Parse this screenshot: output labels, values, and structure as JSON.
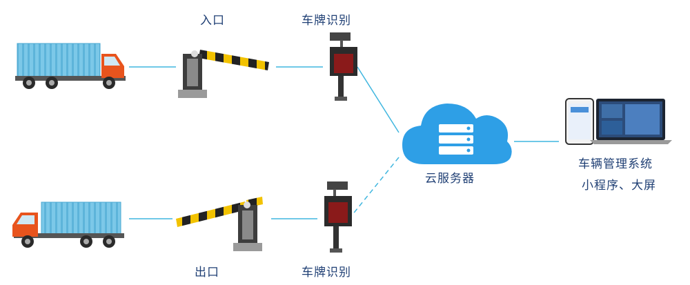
{
  "labels": {
    "entrance": "入口",
    "plate_recognition_top": "车牌识别",
    "exit": "出口",
    "plate_recognition_bottom": "车牌识别",
    "cloud_server": "云服务器",
    "management_line1": "车辆管理系统",
    "management_line2": "小程序、大屏"
  },
  "colors": {
    "connector": "#3fb6df",
    "label_text": "#1f3f74",
    "cloud": "#2e9fe6",
    "truck_cab": "#e8541d",
    "container": "#6ec1e4",
    "barrier_stripe_yellow": "#f2c200",
    "barrier_stripe_black": "#222222"
  },
  "icons": {
    "truck": "truck-icon",
    "barrier": "barrier-gate-icon",
    "camera": "plate-recognition-camera-icon",
    "cloud": "cloud-server-icon",
    "devices": "phone-and-laptop-icon"
  }
}
